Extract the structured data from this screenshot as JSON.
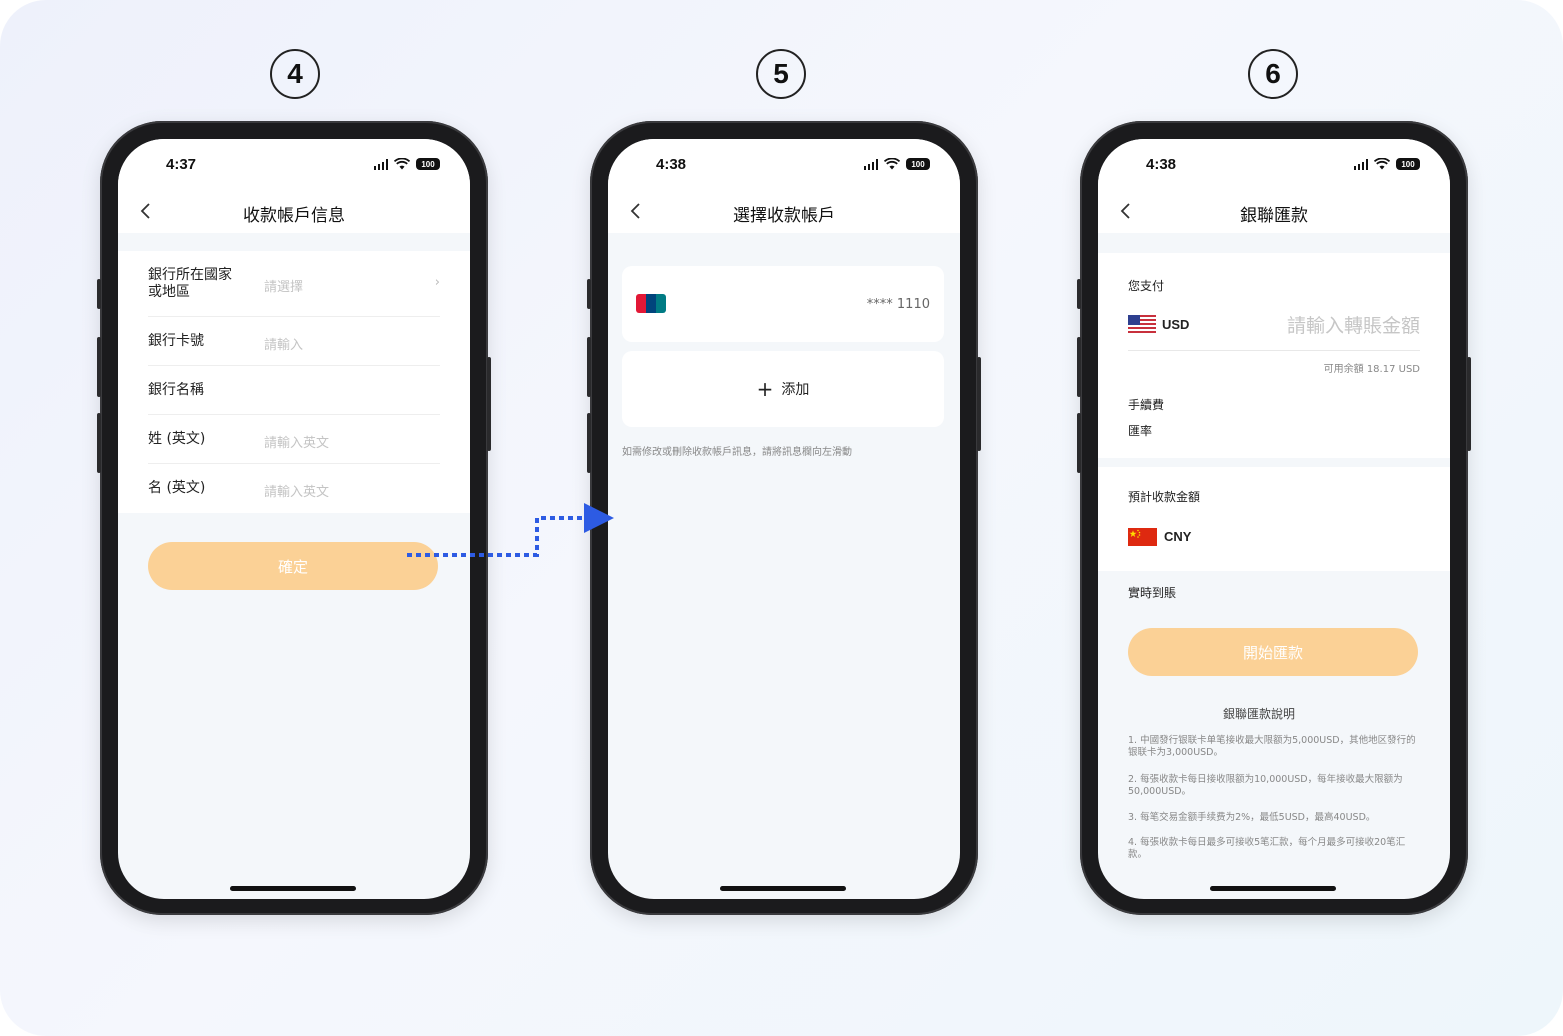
{
  "steps": [
    "4",
    "5",
    "6"
  ],
  "phone4": {
    "time": "4:37",
    "battery": "100",
    "title": "收款帳戶信息",
    "fields": [
      {
        "label": "銀行所在國家或地區",
        "value": "請選擇"
      },
      {
        "label": "銀行卡號",
        "value": "請輸入"
      },
      {
        "label": "銀行名稱",
        "value": ""
      },
      {
        "label": "姓 (英文)",
        "value": "請輸入英文"
      },
      {
        "label": "名 (英文)",
        "value": "請輸入英文"
      }
    ],
    "confirm_label": "確定"
  },
  "phone5": {
    "time": "4:38",
    "battery": "100",
    "title": "選擇收款帳戶",
    "card_number": "**** 1110",
    "add_label": "添加",
    "hint": "如需修改或刪除收款帳戶訊息，請將訊息欄向左滑動"
  },
  "phone6": {
    "time": "4:38",
    "battery": "100",
    "title": "銀聯匯款",
    "you_pay": "您支付",
    "pay_currency": "USD",
    "amount_placeholder": "請輸入轉賬金額",
    "balance": "可用余額 18.17 USD",
    "fee_label": "手續費",
    "rate_label": "匯率",
    "receive_label": "預計收款金額",
    "receive_currency": "CNY",
    "arrival": "實時到賬",
    "start_label": "開始匯款",
    "notes_title": "銀聯匯款說明",
    "notes": [
      "1. 中國發行银联卡单笔接收最大限额为5,000USD，其他地区發行的银联卡为3,000USD。",
      "2. 每張收款卡每日接收限额为10,000USD，每年接收最大限额为50,000USD。",
      "3. 每笔交易金额手续费为2%，最低5USD，最高40USD。",
      "4. 每張收款卡每日最多可接收5笔汇款，每个月最多可接收20笔汇款。"
    ]
  },
  "colors": {
    "button": "#fbd196",
    "arrow": "#2d5be3",
    "phone_frame": "#1b1b1d"
  }
}
